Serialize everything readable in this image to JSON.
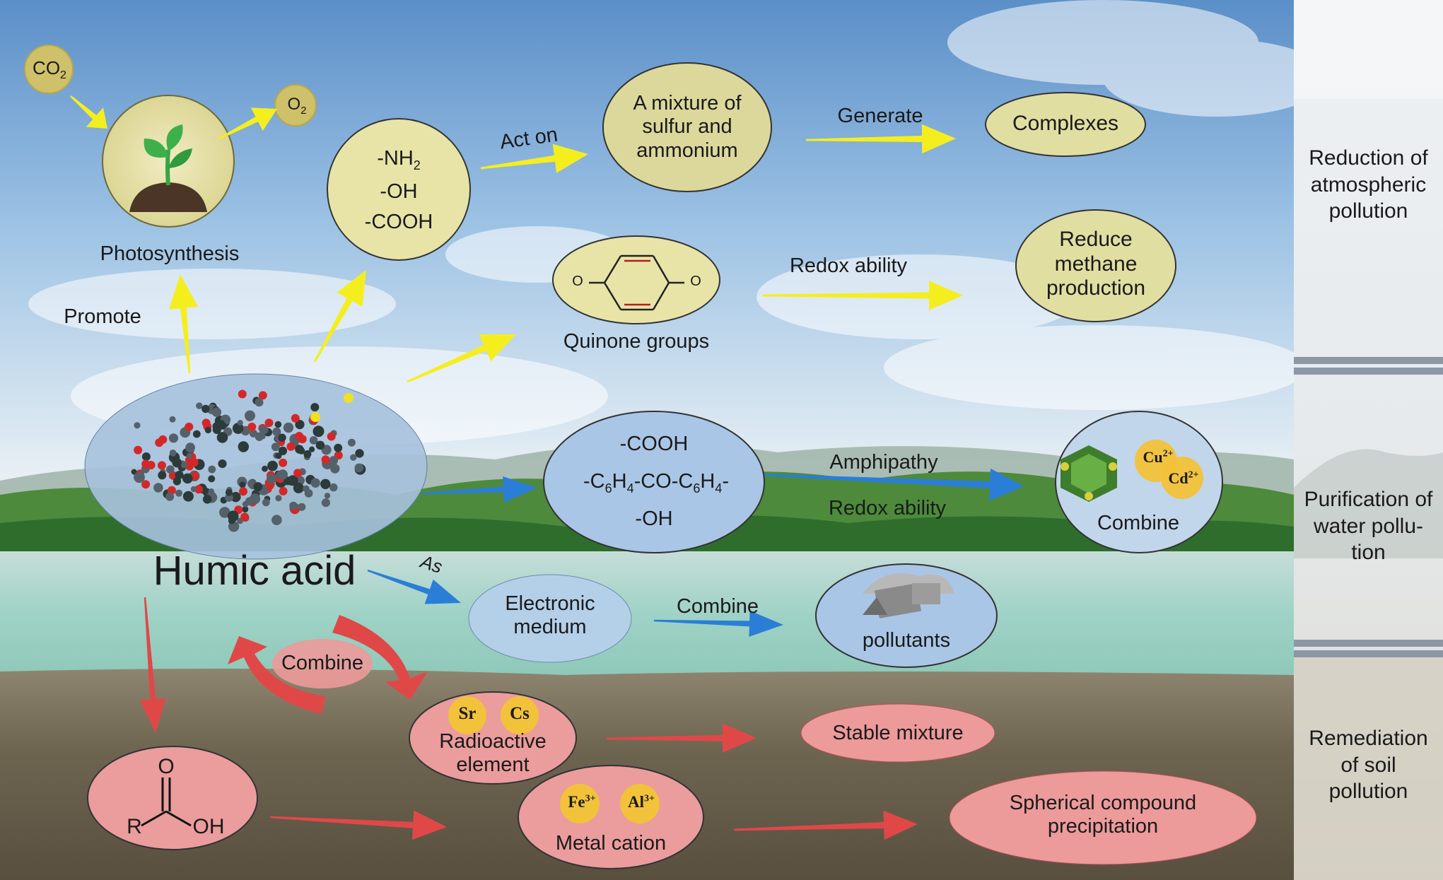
{
  "atmosphere": {
    "co2_label": "CO",
    "co2_sub": "2",
    "o2_label": "O",
    "o2_sub": "2",
    "photosynthesis_label": "Photosynthesis",
    "promote_label": "Promote",
    "functional_groups": [
      "-NH",
      "-OH",
      "-COOH"
    ],
    "nh2_sub": "2",
    "act_on_label": "Act on",
    "mixture_label": "A mixture of\nsulfur and\nammonium",
    "generate_label": "Generate",
    "complexes_label": "Complexes",
    "quinone_label": "Quinone groups",
    "quinone_atom": "O",
    "redox_label": "Redox ability",
    "reduce_methane_label": "Reduce\nmethane\nproduction"
  },
  "center": {
    "humic_acid_label": "Humic acid"
  },
  "water": {
    "cooh_label": "-COOH",
    "chain_parts": [
      "-C",
      "6",
      "H",
      "4",
      "-CO-C",
      "6",
      "H",
      "4",
      "-"
    ],
    "oh_label": "-OH",
    "amphipathy_label": "Amphipathy",
    "redox_label": "Redox ability",
    "combine_metals_label": "Combine",
    "cu_label": "Cu",
    "cu_charge": "2+",
    "cd_label": "Cd",
    "cd_charge": "2+",
    "as_label": "As",
    "electronic_medium_label": "Electronic\nmedium",
    "combine_label": "Combine",
    "pollutants_label": "pollutants"
  },
  "soil": {
    "combine_label": "Combine",
    "sr_label": "Sr",
    "cs_label": "Cs",
    "radioactive_label": "Radioactive\nelement",
    "stable_mixture_label": "Stable mixture",
    "carboxyl_r": "R",
    "carboxyl_o": "O",
    "carboxyl_oh": "OH",
    "fe_label": "Fe",
    "fe_charge": "3+",
    "al_label": "Al",
    "al_charge": "3+",
    "metal_cation_label": "Metal cation",
    "spherical_label": "Spherical compound\nprecipitation"
  },
  "sidebar": {
    "atmospheric": "Reduction of\natmospheric\npollution",
    "water": "Purification of\nwater pollu-\ntion",
    "soil": "Remediation\nof soil\npollution"
  },
  "colors": {
    "yellow_arrow": "#f5ee1f",
    "blue_arrow": "#2a7ed6",
    "red_arrow": "#e04848",
    "yellow_node": "#e6e0a0",
    "blue_node": "#a9c6e6",
    "red_node": "#ec9a9a",
    "badge": "#f2c23a"
  }
}
